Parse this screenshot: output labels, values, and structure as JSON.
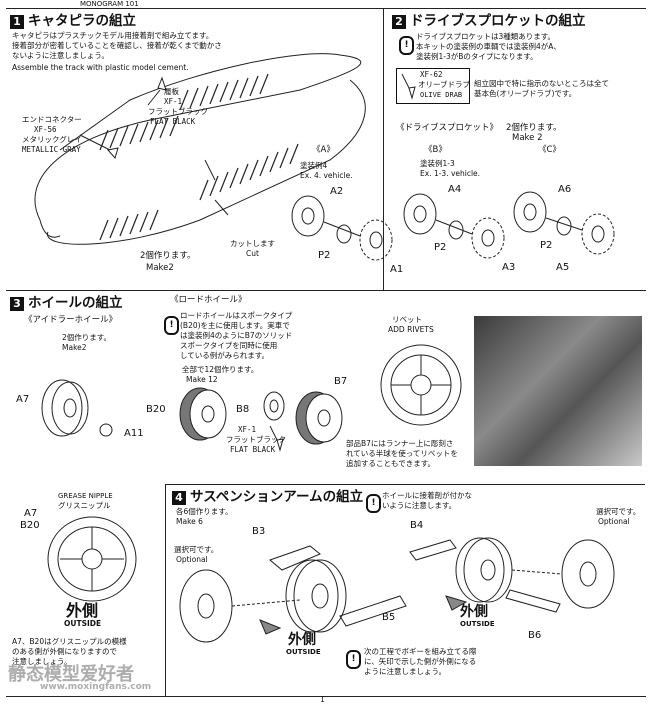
{
  "top_label": "MONOGRAM 101",
  "step1": {
    "num": "1",
    "title": "キャタピラの組立",
    "desc_jp_1": "キャタピラはプラスチックモデル用接着剤で組み立てます。",
    "desc_jp_2": "接着部分が密着していることを確認し、接着が乾くまで動かさ",
    "desc_jp_3": "ないように注意しましょう。",
    "desc_en": "Assemble the track with plastic model cement.",
    "paint_gray_label": "エンドコネクター",
    "paint_gray_code": "XF-56",
    "paint_gray_jp": "メタリックグレイ",
    "paint_gray_en": "METALLIC GRAY",
    "paint_black_label": "履板",
    "paint_black_code": "XF-1",
    "paint_black_jp": "フラットブラック",
    "paint_black_en": "FLAT BLACK",
    "cut_jp": "カットします",
    "cut_en": "Cut",
    "make_jp": "2個作ります。",
    "make_en": "Make2"
  },
  "step2": {
    "num": "2",
    "title": "ドライブスプロケットの組立",
    "note_1": "ドライブスプロケットは3種類あります。",
    "note_2": "本キットの塗装例の車輌では塗装例4がA、",
    "note_3": "塗装例1-3がBのタイプになります。",
    "paint_code": "XF-62",
    "paint_jp": "オリーブドラブ",
    "paint_en": "OLIVE DRAB",
    "paint_note_1": "組立図中で特に指示のないところは全て",
    "paint_note_2": "基本色(オリーブドラブ)です。",
    "sub_title": "《ドライブスプロケット》",
    "make_jp": "2個作ります。",
    "make_en": "Make 2",
    "variants": [
      {
        "label": "《A》",
        "jp": "塗装例4",
        "en": "Ex. 4. vehicle.",
        "p1": "A2",
        "p2": "P2",
        "p3": "A1"
      },
      {
        "label": "《B》",
        "jp": "塗装例1-3",
        "en": "Ex. 1-3. vehicle.",
        "p1": "A4",
        "p2": "P2",
        "p3": "A3"
      },
      {
        "label": "《C》",
        "jp": "",
        "en": "",
        "p1": "A6",
        "p2": "P2",
        "p3": "A5"
      }
    ]
  },
  "step3": {
    "num": "3",
    "title": "ホイールの組立",
    "idler_title": "《アイドラーホイール》",
    "idler_make_jp": "2個作ります。",
    "idler_make_en": "Make2",
    "road_title": "《ロードホイール》",
    "road_note_1": "ロードホイールはスポークタイプ",
    "road_note_2": "(B20)を主に使用します。実車で",
    "road_note_3": "は塗装例4のようにB7のソリッド",
    "road_note_4": "スポークタイプを同時に使用",
    "road_note_5": "している例がみられます。",
    "road_make_jp": "全部で12個作ります。",
    "road_make_en": "Make 12",
    "rivet_jp": "リベット",
    "rivet_en": "ADD RIVETS",
    "paint_code": "XF-1",
    "paint_jp": "フラットブラック",
    "paint_en": "FLAT BLACK",
    "rivet_note_1": "部品B7にはランナー上に彫刻さ",
    "rivet_note_2": "れている半球を使ってリベットを",
    "rivet_note_3": "追加することもできます。",
    "parts": {
      "a7": "A7",
      "a11": "A11",
      "b20": "B20",
      "b8": "B8",
      "b7": "B7"
    }
  },
  "left_bottom": {
    "parts_a7": "A7",
    "parts_b20": "B20",
    "grease_en": "GREASE NIPPLE",
    "grease_jp": "グリスニップル",
    "outside_jp": "外側",
    "outside_en": "OUTSIDE",
    "note_1": "A7、B20はグリスニップルの模様",
    "note_2": "のある側が外側になりますので",
    "note_3": "注意しましょう。"
  },
  "step4": {
    "num": "4",
    "title": "サスペンションアームの組立",
    "warn_1": "ホイールに接着剤が付かな",
    "warn_2": "いように注意します。",
    "make_jp": "各6個作ります。",
    "make_en": "Make 6",
    "optional_jp": "選択可です。",
    "optional_en": "Optional",
    "optional2_jp": "選択可です。",
    "optional2_en": "Optional",
    "parts": {
      "b3": "B3",
      "b5": "B5",
      "b4": "B4",
      "b6": "B6"
    },
    "outside_jp": "外側",
    "outside_en": "OUTSIDE",
    "outside2_jp": "外側",
    "outside2_en": "OUTSIDE",
    "bottom_note_1": "次の工程でボギーを組み立てる際",
    "bottom_note_2": "に、矢印で示した側が外側になる",
    "bottom_note_3": "ように注意しましょう。"
  },
  "watermark": {
    "cn": "静态模型爱好者",
    "url": "www.moxingfans.com"
  },
  "page_number": "1"
}
